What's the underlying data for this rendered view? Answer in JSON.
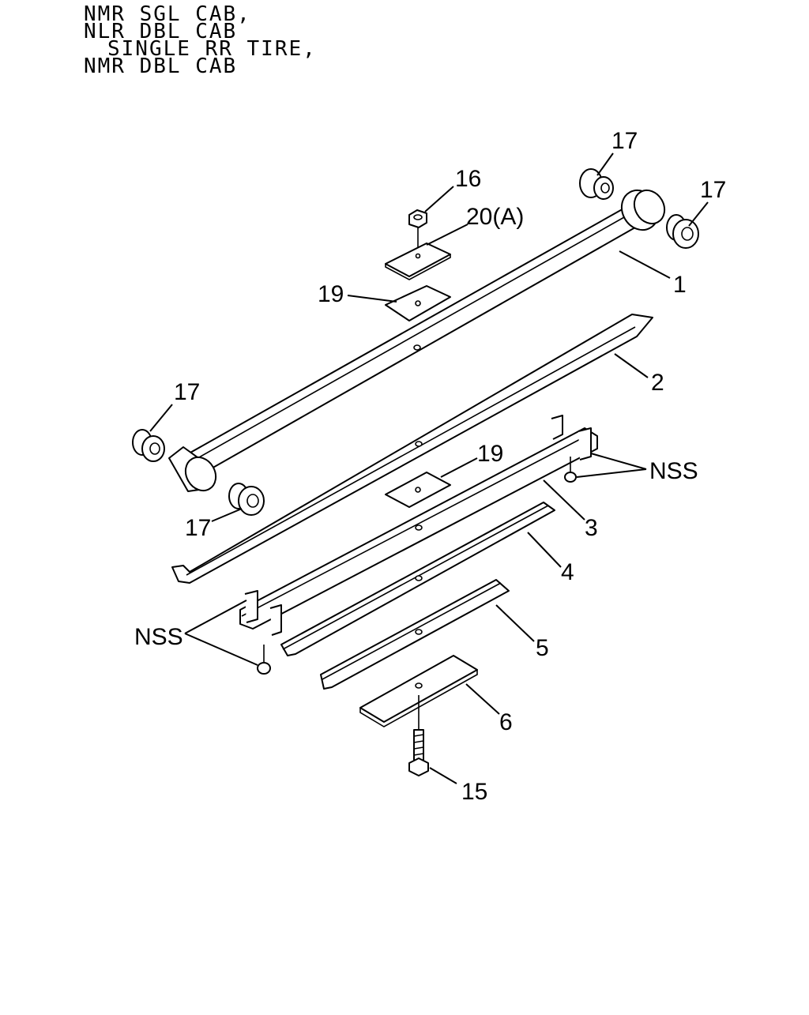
{
  "header": {
    "line1": "NMR SGL CAB,",
    "line2": "NLR DBL CAB",
    "line3": "SINGLE RR TIRE,",
    "line4": "NMR DBL CAB"
  },
  "callouts": {
    "c1": "1",
    "c2": "2",
    "c3": "3",
    "c4": "4",
    "c5": "5",
    "c6": "6",
    "c15": "15",
    "c16": "16",
    "c17a": "17",
    "c17b": "17",
    "c17c": "17",
    "c17d": "17",
    "c19a": "19",
    "c19b": "19",
    "c20": "20(A)",
    "nss_right": "NSS",
    "nss_left": "NSS"
  }
}
